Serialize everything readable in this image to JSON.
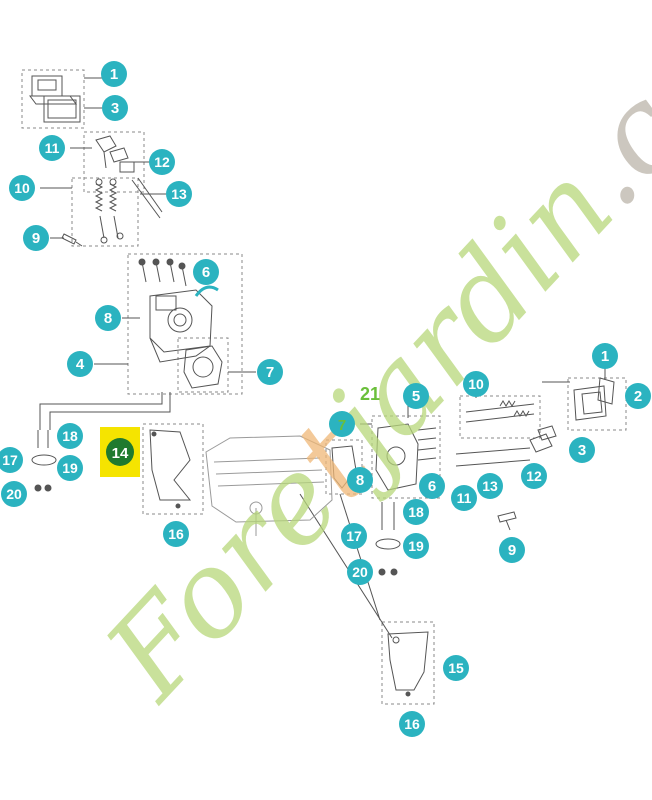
{
  "colors": {
    "callout_fill": "#2bb3c0",
    "callout_text": "#ffffff",
    "highlight_fill": "#1f7a2e",
    "highlight_box": "#f5e400",
    "highlight_label": "#6abf3a",
    "line": "#555555",
    "dash": "#888888",
    "watermark_green": "#b7d77a",
    "watermark_orange": "#f0b877",
    "watermark_gray": "#bcb5aa"
  },
  "callouts": [
    {
      "id": "c1a",
      "label": "1"
    },
    {
      "id": "c3a",
      "label": "3"
    },
    {
      "id": "c11a",
      "label": "11"
    },
    {
      "id": "c12a",
      "label": "12"
    },
    {
      "id": "c10a",
      "label": "10"
    },
    {
      "id": "c13a",
      "label": "13"
    },
    {
      "id": "c9a",
      "label": "9"
    },
    {
      "id": "c6a",
      "label": "6"
    },
    {
      "id": "c8a",
      "label": "8"
    },
    {
      "id": "c4a",
      "label": "4"
    },
    {
      "id": "c7a",
      "label": "7"
    },
    {
      "id": "c17a",
      "label": "17"
    },
    {
      "id": "c18a",
      "label": "18"
    },
    {
      "id": "c19a",
      "label": "19"
    },
    {
      "id": "c20a",
      "label": "20"
    },
    {
      "id": "c16a",
      "label": "16"
    },
    {
      "id": "c5b",
      "label": "5"
    },
    {
      "id": "c10b",
      "label": "10"
    },
    {
      "id": "c1b",
      "label": "1"
    },
    {
      "id": "c2b",
      "label": "2"
    },
    {
      "id": "c3b",
      "label": "3"
    },
    {
      "id": "c8b",
      "label": "8"
    },
    {
      "id": "c6b",
      "label": "6"
    },
    {
      "id": "c11b",
      "label": "11"
    },
    {
      "id": "c13b",
      "label": "13"
    },
    {
      "id": "c12b",
      "label": "12"
    },
    {
      "id": "c9b",
      "label": "9"
    },
    {
      "id": "c17b",
      "label": "17"
    },
    {
      "id": "c18b",
      "label": "18"
    },
    {
      "id": "c19b",
      "label": "19"
    },
    {
      "id": "c20b",
      "label": "20"
    },
    {
      "id": "c15b",
      "label": "15"
    },
    {
      "id": "c16b",
      "label": "16"
    }
  ],
  "highlight": {
    "label": "14"
  },
  "plain_labels": {
    "l21": "21",
    "l7": "7"
  },
  "watermark": {
    "brand_part1": "Fore",
    "brand_part2": "t",
    "brand_part3": "j",
    "brand_part4": "ardin",
    "brand_part5": ".com"
  }
}
